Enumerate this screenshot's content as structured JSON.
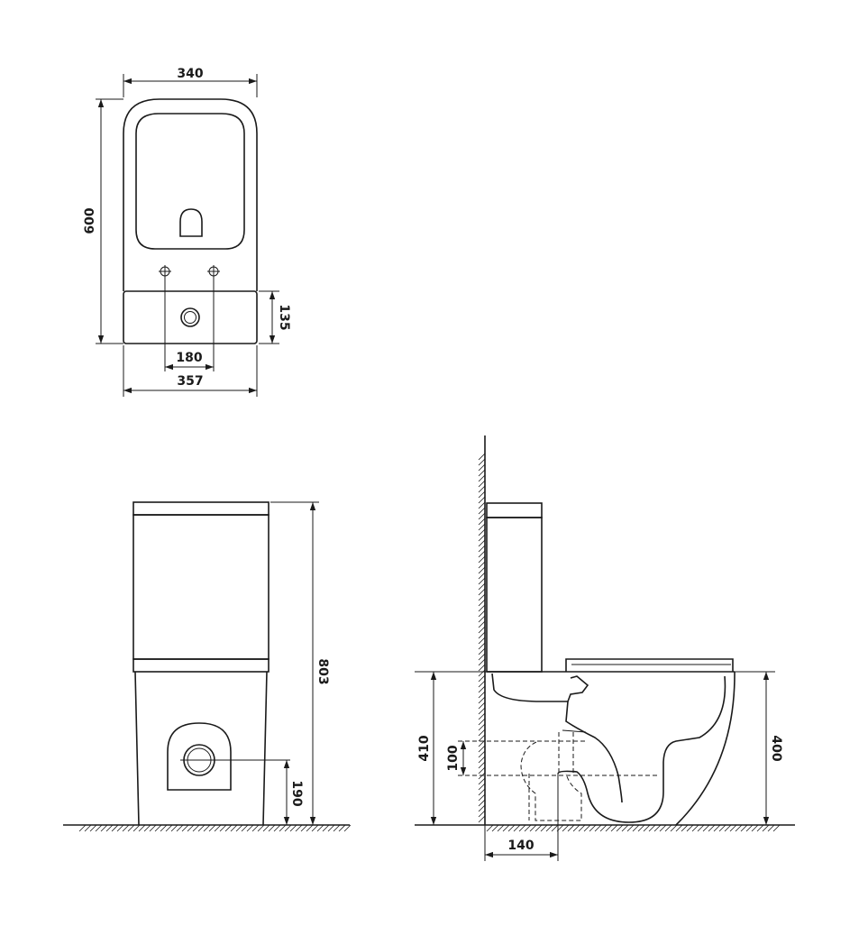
{
  "colors": {
    "line": "#1a1a1a",
    "background": "#ffffff"
  },
  "views": {
    "top": {
      "dim_width_tank": "340",
      "dim_depth_total": "600",
      "dim_tank_depth": "135",
      "dim_fixing_spacing": "180",
      "dim_width_total": "357"
    },
    "front": {
      "dim_height_total": "803",
      "dim_outlet_height": "190"
    },
    "side": {
      "dim_height_left": "410",
      "dim_outlet_range": "100",
      "dim_height_right": "400",
      "dim_wall_distance": "140"
    }
  }
}
